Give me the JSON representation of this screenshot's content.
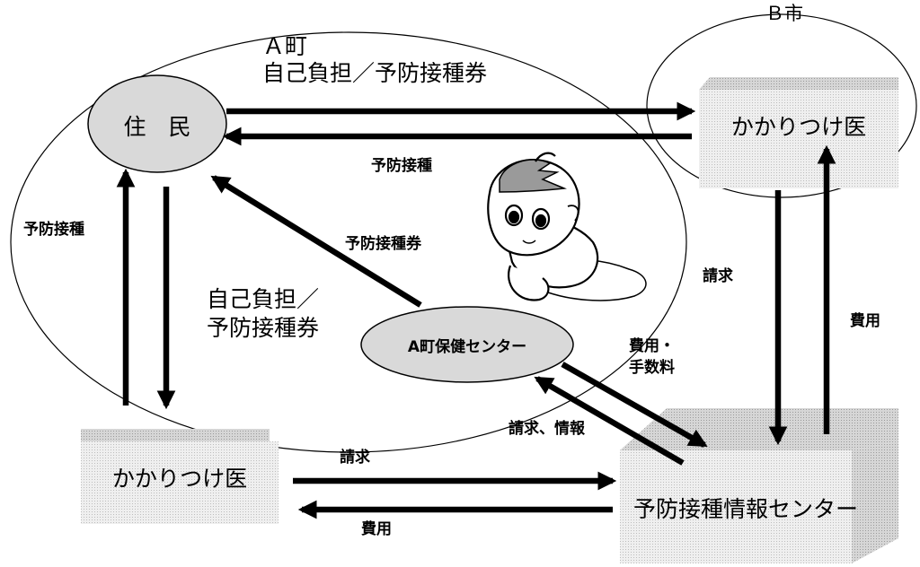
{
  "regions": {
    "town_a": "Ａ町",
    "city_b": "Ｂ市"
  },
  "nodes": {
    "residents": "住　民",
    "doctor_b": "かかりつけ医",
    "doctor_a": "かかりつけ医",
    "health_center": "A町保健センター",
    "info_center": "予防接種情報センター"
  },
  "labels": {
    "self_pay_top": "自己負担／予防接種券",
    "vaccination_top": "予防接種",
    "vaccination_left": "予防接種",
    "voucher": "予防接種券",
    "self_pay_left_1": "自己負担／",
    "self_pay_left_2": "予防接種券",
    "claim_right": "請求",
    "cost_right": "費用",
    "cost_fee_1": "費用・",
    "cost_fee_2": "手数料",
    "claim_info": "請求、情報",
    "claim_bottom": "請求",
    "cost_bottom": "費用"
  },
  "colors": {
    "ellipse_fill": "#d9d9d9",
    "box_fill": "#e6e6e6",
    "box_top": "#c8c8c8",
    "line": "#000000"
  }
}
